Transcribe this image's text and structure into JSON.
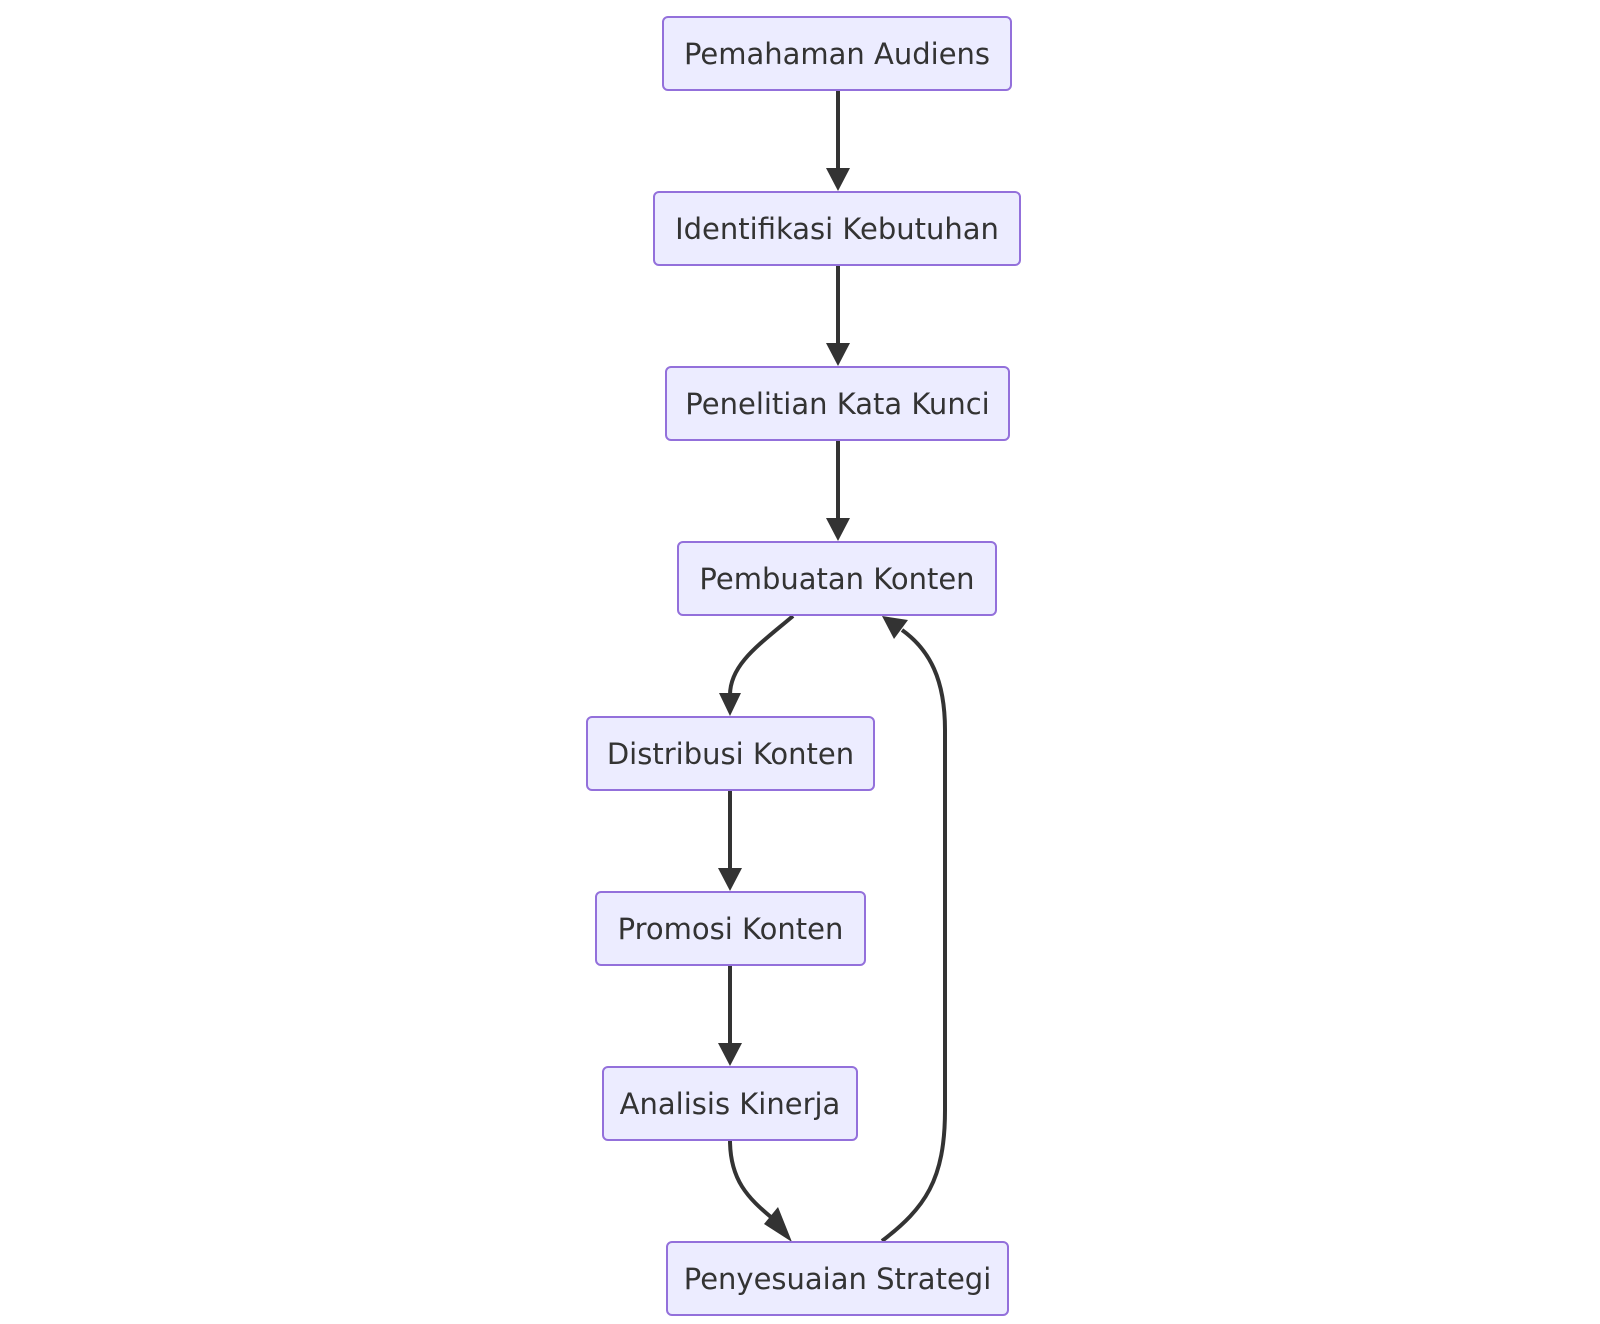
{
  "diagram": {
    "type": "flowchart",
    "direction": "top-to-bottom",
    "colors": {
      "node_fill": "#ececff",
      "node_border": "#9370db",
      "text": "#333333",
      "edge": "#333333",
      "background": "#ffffff"
    },
    "nodes": [
      {
        "id": "n1",
        "label": "Pemahaman Audiens"
      },
      {
        "id": "n2",
        "label": "Identifikasi Kebutuhan"
      },
      {
        "id": "n3",
        "label": "Penelitian Kata Kunci"
      },
      {
        "id": "n4",
        "label": "Pembuatan Konten"
      },
      {
        "id": "n5",
        "label": "Distribusi Konten"
      },
      {
        "id": "n6",
        "label": "Promosi Konten"
      },
      {
        "id": "n7",
        "label": "Analisis Kinerja"
      },
      {
        "id": "n8",
        "label": "Penyesuaian Strategi"
      }
    ],
    "edges": [
      {
        "from": "n1",
        "to": "n2"
      },
      {
        "from": "n2",
        "to": "n3"
      },
      {
        "from": "n3",
        "to": "n4"
      },
      {
        "from": "n4",
        "to": "n5"
      },
      {
        "from": "n5",
        "to": "n6"
      },
      {
        "from": "n6",
        "to": "n7"
      },
      {
        "from": "n7",
        "to": "n8"
      },
      {
        "from": "n8",
        "to": "n4"
      }
    ]
  }
}
